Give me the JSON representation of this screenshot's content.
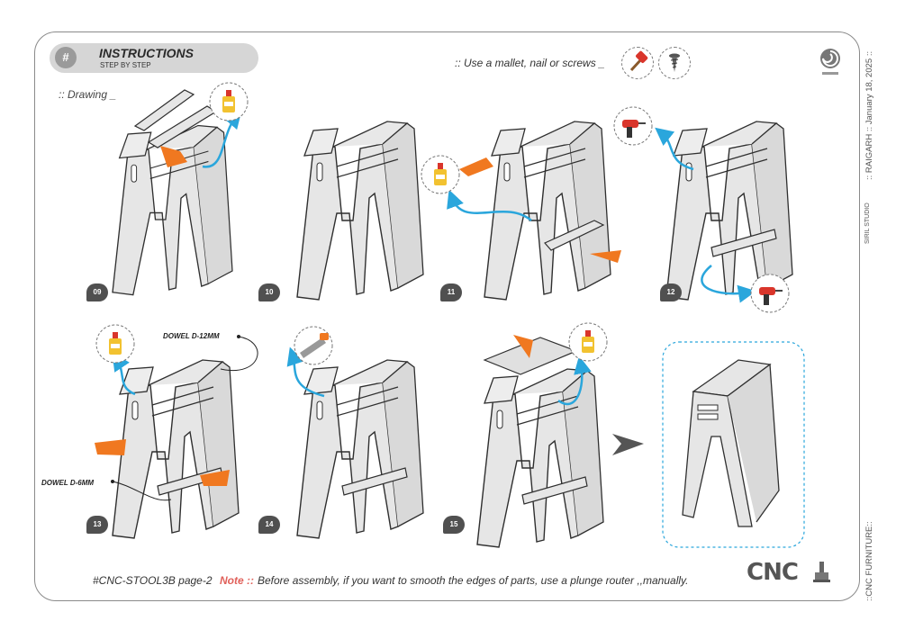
{
  "header": {
    "hash": "#",
    "title": "INSTRUCTIONS",
    "subtitle": "STEP BY STEP"
  },
  "drawing_label": ":: Drawing _",
  "tools": {
    "label": ":: Use a mallet, nail or screws _",
    "icons": [
      "mallet-icon",
      "screw-icon"
    ]
  },
  "steps": [
    {
      "number": "09"
    },
    {
      "number": "10"
    },
    {
      "number": "11"
    },
    {
      "number": "12"
    },
    {
      "number": "13"
    },
    {
      "number": "14"
    },
    {
      "number": "15"
    }
  ],
  "dowels": {
    "large": "DOWEL D-12MM",
    "small": "DOWEL D-6MM"
  },
  "side": {
    "studio": "SIRIL STUDIO",
    "place_date": "::  RAIGARH  ::  January 18, 2025  ::",
    "category": "::CNC FURNITURE::"
  },
  "footer": {
    "code": "#CNC-STOOL3B page-2",
    "note_label": "Note ::",
    "note": "Before assembly, if you want to smooth the edges of parts, use a plunge router ,,manually."
  },
  "logo_text": "CNC",
  "colors": {
    "accent_orange": "#f07820",
    "arrow_blue": "#2aa6dc",
    "part_gray": "#e6e6e6",
    "outline": "#2f2f2f"
  }
}
